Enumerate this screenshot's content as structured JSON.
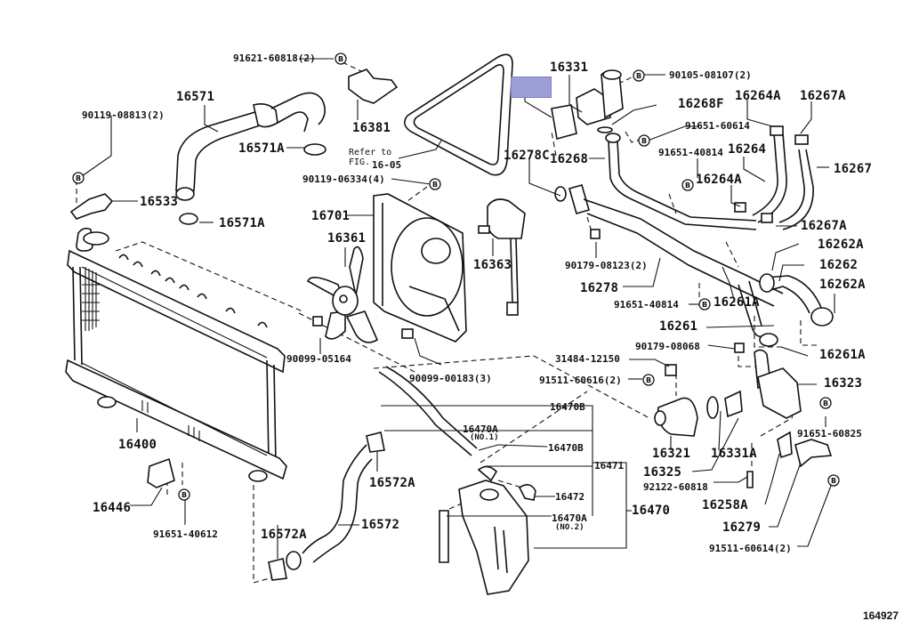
{
  "diagram": {
    "title_ref": "Refer to FIG.16-05",
    "ref_line1": "Refer to",
    "ref_line2": "FIG.",
    "ref_line3": "16-05",
    "illustration_id": "164927",
    "highlight_color": "#9b9fd6",
    "bolt_symbol": "B"
  },
  "labels": {
    "p91621_60818": "91621-60818(2)",
    "p16381": "16381",
    "p16571": "16571",
    "p16571A_top": "16571A",
    "p16571A_bot": "16571A",
    "p90119_08813": "90119-08813(2)",
    "p16533": "16533",
    "p90119_06334": "90119-06334(4)",
    "p16701": "16701",
    "p16361": "16361",
    "p16363": "16363",
    "p16331": "16331",
    "p90105_08107": "90105-08107(2)",
    "p16268F": "16268F",
    "p91651_60614": "91651-60614",
    "p16278C": "16278C",
    "p16268": "16268",
    "p91651_40814_a": "91651-40814",
    "p16264": "16264",
    "p16264A_top": "16264A",
    "p16264A_mid": "16264A",
    "p16267A_top": "16267A",
    "p16267": "16267",
    "p16267A_bot": "16267A",
    "p16262A_top": "16262A",
    "p16262": "16262",
    "p16262A_bot": "16262A",
    "p90179_08123": "90179-08123(2)",
    "p16278": "16278",
    "p91651_40814_b": "91651-40814",
    "p16261A_mid": "16261A",
    "p16261": "16261",
    "p16261A_bot": "16261A",
    "p90179_08068": "90179-08068",
    "p31484_12150": "31484-12150",
    "p91511_60616": "91511-60616(2)",
    "p16323": "16323",
    "p90099_05164": "90099-05164",
    "p90099_00183": "90099-00183(3)",
    "p16470B_top": "16470B",
    "p16470A_no1": "16470A",
    "no1": "(NO.1)",
    "p16470B_mid": "16470B",
    "p16471": "16471",
    "p16472": "16472",
    "p16470A_no2": "16470A",
    "no2": "(NO.2)",
    "p16470": "16470",
    "p16321": "16321",
    "p16331A": "16331A",
    "p16325": "16325",
    "p92122_60818": "92122-60818",
    "p91651_60825": "91651-60825",
    "p16258A": "16258A",
    "p16279": "16279",
    "p91511_60614": "91511-60614(2)",
    "p16400": "16400",
    "p16446": "16446",
    "p91651_40612": "91651-40612",
    "p16572A_left": "16572A",
    "p16572": "16572",
    "p16572A_right": "16572A"
  }
}
